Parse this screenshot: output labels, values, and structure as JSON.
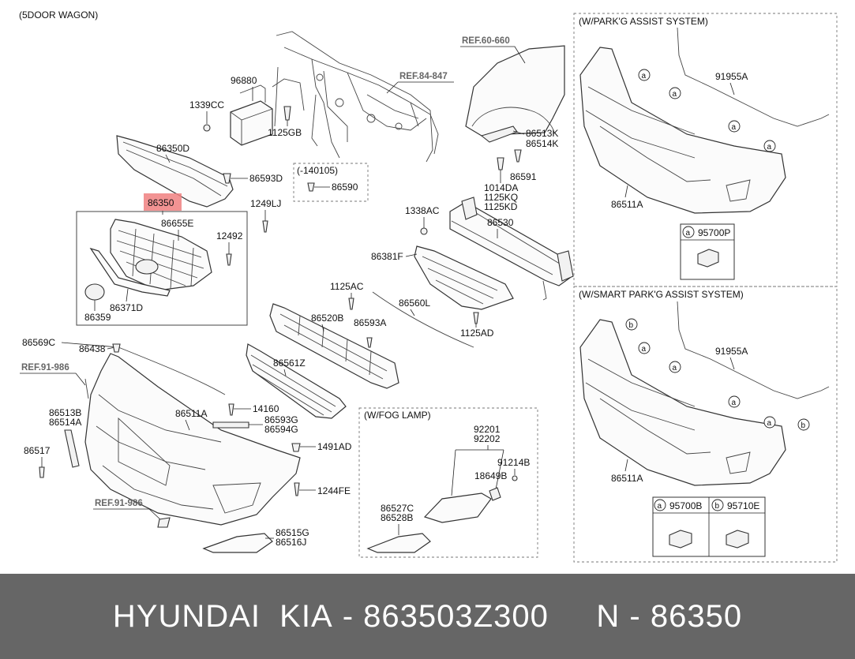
{
  "diagram": {
    "body_label": "(5DOOR WAGON)",
    "refs": {
      "fender": "REF.60-660",
      "dash": "REF.84-847",
      "side_upper": "REF.91-986",
      "side_lower": "REF.91-986"
    },
    "boxes": {
      "date_box": "(-140105)",
      "fog": "(W/FOG LAMP)",
      "park": "(W/PARK'G ASSIST SYSTEM)",
      "smart": "(W/SMART PARK'G ASSIST SYSTEM)"
    },
    "highlight": "86350",
    "parts": {
      "p96880": "96880",
      "p1339CC": "1339CC",
      "p1125GB": "1125GB",
      "p86350D": "86350D",
      "p86593D": "86593D",
      "p86590": "86590",
      "p1249LJ": "1249LJ",
      "p86655E": "86655E",
      "p12492": "12492",
      "p86359": "86359",
      "p86371D": "86371D",
      "p86513K": "86513K",
      "p86514K": "86514K",
      "p86591": "86591",
      "p1014DA": "1014DA",
      "p1125KQ": "1125KQ",
      "p1125KD": "1125KD",
      "p1338AC": "1338AC",
      "p86530": "86530",
      "p86381F": "86381F",
      "p1125AC": "1125AC",
      "p86560L": "86560L",
      "p1125AD": "1125AD",
      "p86520B": "86520B",
      "p86593A": "86593A",
      "p86569C": "86569C",
      "p86438": "86438",
      "p86561Z": "86561Z",
      "p86513B": "86513B",
      "p86514A": "86514A",
      "p86517": "86517",
      "p86511A": "86511A",
      "p14160": "14160",
      "p86593G": "86593G",
      "p86594G": "86594G",
      "p1491AD": "1491AD",
      "p1244FE": "1244FE",
      "p86515G": "86515G",
      "p86516J": "86516J",
      "p92201": "92201",
      "p92202": "92202",
      "p91214B": "91214B",
      "p18649B": "18649B",
      "p86527C": "86527C",
      "p86528B": "86528B",
      "p91955A_1": "91955A",
      "p86511A_2": "86511A",
      "p95700P": "95700P",
      "p91955A_2": "91955A",
      "p86511A_3": "86511A",
      "p95700B": "95700B",
      "p95710E": "95710E"
    },
    "callouts": {
      "a": "a",
      "b": "b"
    }
  },
  "footer": {
    "brand": "HYUNDAI  KIA",
    "sep1": " - ",
    "part_number": "863503Z300",
    "gap": "     ",
    "n_prefix": "N",
    "sep2": " - ",
    "n_number": "86350"
  }
}
